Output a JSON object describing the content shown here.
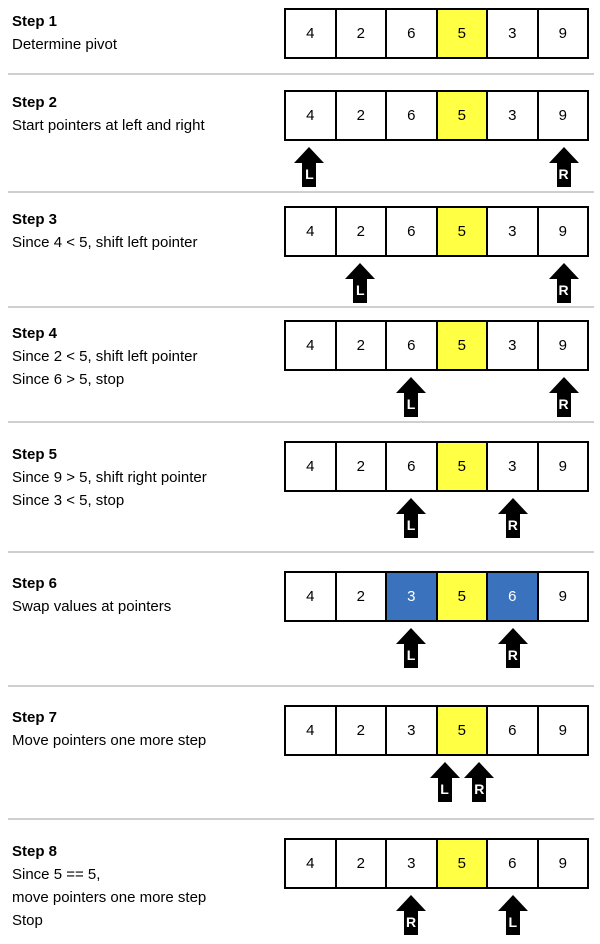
{
  "colors": {
    "pivot": "#ffff44",
    "swap": "#3a72be",
    "default": "#ffffff",
    "swap_text": "#ffffff"
  },
  "steps": [
    {
      "title": "Step 1",
      "desc": [
        "Determine pivot"
      ],
      "cells": [
        {
          "v": "4"
        },
        {
          "v": "2"
        },
        {
          "v": "6"
        },
        {
          "v": "5",
          "hl": "pivot"
        },
        {
          "v": "3"
        },
        {
          "v": "9"
        }
      ],
      "pointers": []
    },
    {
      "title": "Step 2",
      "desc": [
        "Start pointers at left and right"
      ],
      "cells": [
        {
          "v": "4"
        },
        {
          "v": "2"
        },
        {
          "v": "6"
        },
        {
          "v": "5",
          "hl": "pivot"
        },
        {
          "v": "3"
        },
        {
          "v": "9"
        }
      ],
      "pointers": [
        {
          "label": "L",
          "index": 0
        },
        {
          "label": "R",
          "index": 5
        }
      ]
    },
    {
      "title": "Step 3",
      "desc": [
        "Since 4 < 5, shift left pointer"
      ],
      "cells": [
        {
          "v": "4"
        },
        {
          "v": "2"
        },
        {
          "v": "6"
        },
        {
          "v": "5",
          "hl": "pivot"
        },
        {
          "v": "3"
        },
        {
          "v": "9"
        }
      ],
      "pointers": [
        {
          "label": "L",
          "index": 1
        },
        {
          "label": "R",
          "index": 5
        }
      ]
    },
    {
      "title": "Step 4",
      "desc": [
        "Since 2 < 5, shift left pointer",
        "Since 6 > 5, stop"
      ],
      "cells": [
        {
          "v": "4"
        },
        {
          "v": "2"
        },
        {
          "v": "6"
        },
        {
          "v": "5",
          "hl": "pivot"
        },
        {
          "v": "3"
        },
        {
          "v": "9"
        }
      ],
      "pointers": [
        {
          "label": "L",
          "index": 2
        },
        {
          "label": "R",
          "index": 5
        }
      ]
    },
    {
      "title": "Step 5",
      "desc": [
        "Since 9 > 5, shift right pointer",
        "Since 3 < 5, stop"
      ],
      "cells": [
        {
          "v": "4"
        },
        {
          "v": "2"
        },
        {
          "v": "6"
        },
        {
          "v": "5",
          "hl": "pivot"
        },
        {
          "v": "3"
        },
        {
          "v": "9"
        }
      ],
      "pointers": [
        {
          "label": "L",
          "index": 2
        },
        {
          "label": "R",
          "index": 4
        }
      ]
    },
    {
      "title": "Step 6",
      "desc": [
        "Swap values at pointers"
      ],
      "cells": [
        {
          "v": "4"
        },
        {
          "v": "2"
        },
        {
          "v": "3",
          "hl": "swap"
        },
        {
          "v": "5",
          "hl": "pivot"
        },
        {
          "v": "6",
          "hl": "swap"
        },
        {
          "v": "9"
        }
      ],
      "pointers": [
        {
          "label": "L",
          "index": 2
        },
        {
          "label": "R",
          "index": 4
        }
      ]
    },
    {
      "title": "Step 7",
      "desc": [
        "Move pointers one more step"
      ],
      "cells": [
        {
          "v": "4"
        },
        {
          "v": "2"
        },
        {
          "v": "3"
        },
        {
          "v": "5",
          "hl": "pivot"
        },
        {
          "v": "6"
        },
        {
          "v": "9"
        }
      ],
      "pointers": [
        {
          "label": "L",
          "index": 3
        },
        {
          "label": "R",
          "index": 3
        }
      ]
    },
    {
      "title": "Step 8",
      "desc": [
        "Since 5 == 5,",
        "move pointers one more step",
        "Stop"
      ],
      "cells": [
        {
          "v": "4"
        },
        {
          "v": "2"
        },
        {
          "v": "3"
        },
        {
          "v": "5",
          "hl": "pivot"
        },
        {
          "v": "6"
        },
        {
          "v": "9"
        }
      ],
      "pointers": [
        {
          "label": "R",
          "index": 2
        },
        {
          "label": "L",
          "index": 4
        }
      ]
    }
  ]
}
